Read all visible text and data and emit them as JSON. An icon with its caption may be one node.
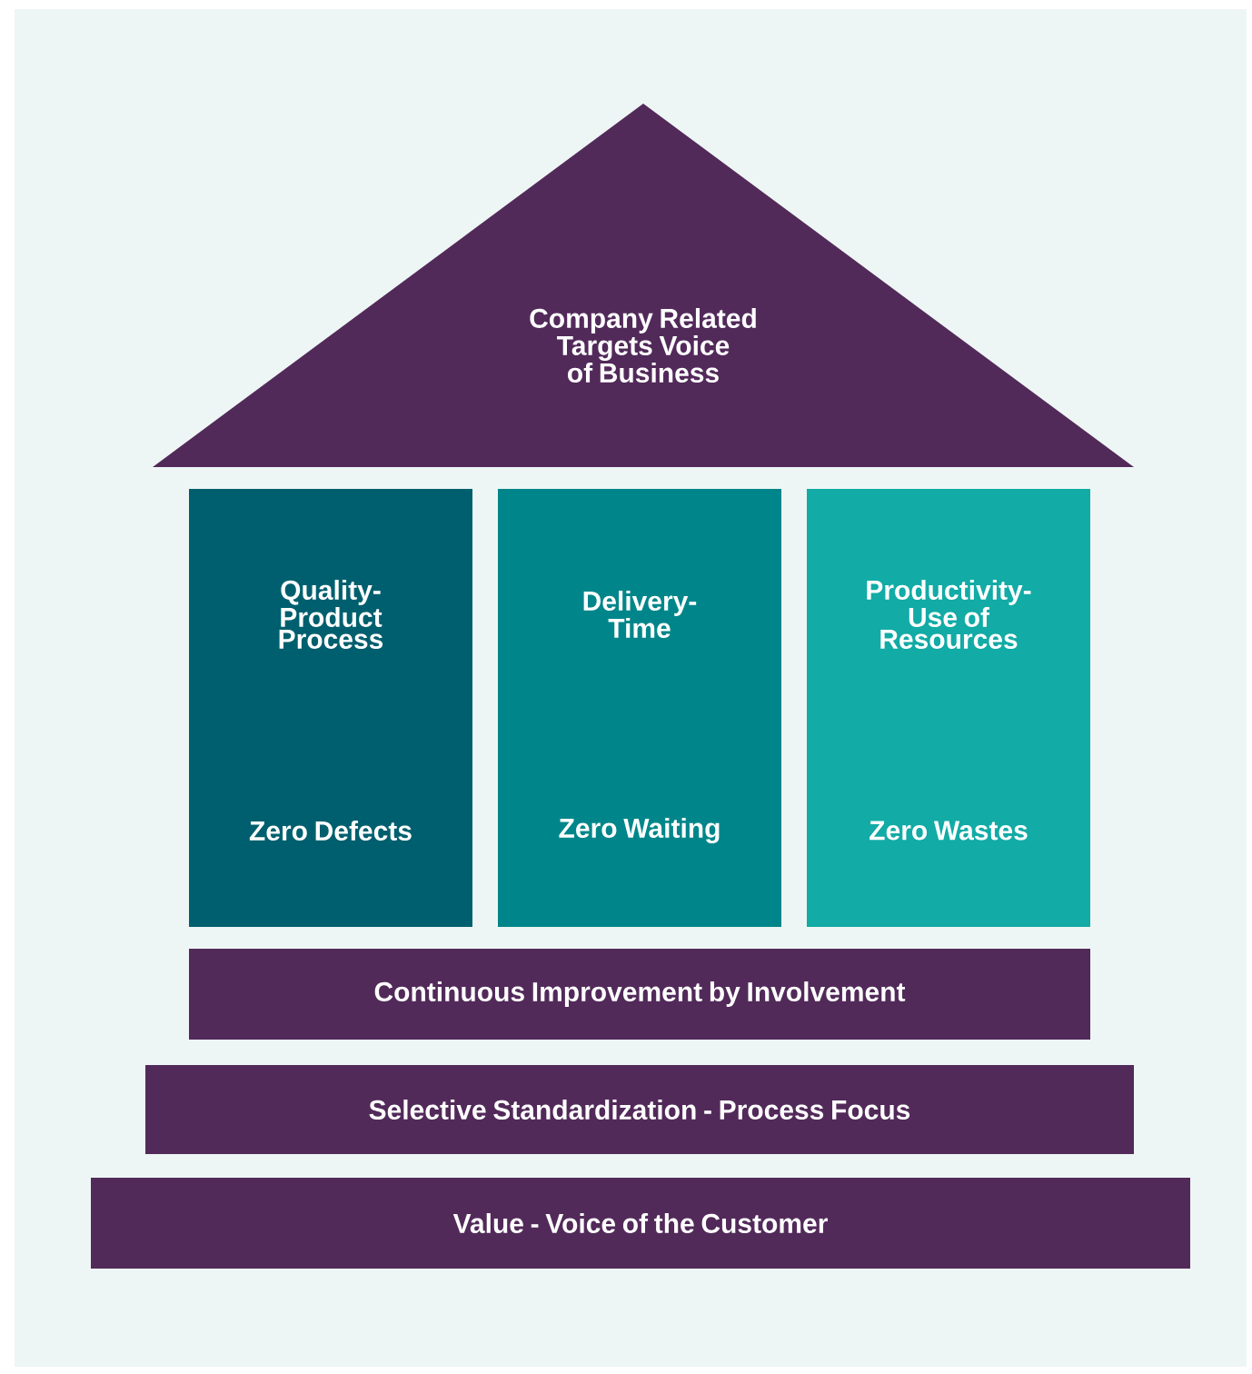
{
  "diagram": {
    "nodes": [
      {
        "text": [
          "Company Related Targets Voice of Business"
        ]
      },
      {
        "text": [
          "Quality-Product Process",
          "Zero Defects"
        ]
      },
      {
        "text": [
          "Delivery-Time",
          "Zero Waiting"
        ]
      },
      {
        "text": [
          "Productivity-Use of Resources",
          "Zero Wastes"
        ]
      },
      {
        "text": [
          "Continuous Improvement by Involvement"
        ]
      },
      {
        "text": [
          "Selective Standardization - Process Focus"
        ]
      },
      {
        "text": [
          "Value - Voice of the Customer"
        ]
      }
    ]
  }
}
